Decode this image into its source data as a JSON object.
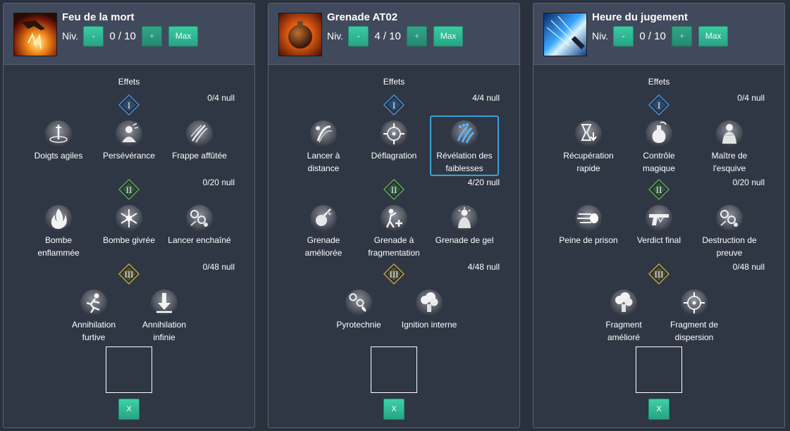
{
  "labels": {
    "level": "Niv.",
    "minus": "-",
    "plus": "+",
    "max": "Max",
    "effects": "Effets",
    "close": "X"
  },
  "colors": {
    "accent": "#2bb892",
    "selected_border": "#38a4dc",
    "tier1": "#4a86c8",
    "tier2": "#5aa048",
    "tier3": "#b89a3c"
  },
  "panels": [
    {
      "name": "Feu de la mort",
      "level": "0 / 10",
      "icon": "fire-hand-skill-icon",
      "tiers": [
        {
          "numeral": "I",
          "count": "0/4 null",
          "nodes": [
            {
              "label": "Doigts agiles",
              "icon": "dagger-swirl-icon"
            },
            {
              "label": "Persévérance",
              "icon": "persevering-figure-icon"
            },
            {
              "label": "Frappe affûtée",
              "icon": "claw-slash-icon"
            }
          ]
        },
        {
          "numeral": "II",
          "count": "0/20 null",
          "nodes": [
            {
              "label": "Bombe enflammée",
              "icon": "flame-bomb-icon"
            },
            {
              "label": "Bombe givrée",
              "icon": "snowflake-bomb-icon"
            },
            {
              "label": "Lancer enchaîné",
              "icon": "chain-throw-icon"
            }
          ]
        },
        {
          "numeral": "III",
          "count": "0/48 null",
          "nodes": [
            {
              "label": "Annihilation furtive",
              "icon": "sprinting-figure-icon"
            },
            {
              "label": "Annihilation infinie",
              "icon": "down-arrow-impact-icon"
            }
          ]
        }
      ]
    },
    {
      "name": "Grenade AT02",
      "level": "4 / 10",
      "icon": "grenade-skill-icon",
      "tiers": [
        {
          "numeral": "I",
          "count": "4/4 null",
          "nodes": [
            {
              "label": "Lancer à distance",
              "icon": "long-throw-icon"
            },
            {
              "label": "Déflagration",
              "icon": "blast-arrows-icon"
            },
            {
              "label": "Révélation des faiblesses",
              "icon": "weakness-claws-icon",
              "selected": true
            }
          ]
        },
        {
          "numeral": "II",
          "count": "4/20 null",
          "nodes": [
            {
              "label": "Grenade améliorée",
              "icon": "enhanced-grenade-icon"
            },
            {
              "label": "Grenade à fragmentation",
              "icon": "fragmentation-figure-icon"
            },
            {
              "label": "Grenade de gel",
              "icon": "frozen-figure-icon"
            }
          ]
        },
        {
          "numeral": "III",
          "count": "4/48 null",
          "nodes": [
            {
              "label": "Pyrotechnie",
              "icon": "pyro-chain-icon"
            },
            {
              "label": "Ignition interne",
              "icon": "explosion-cloud-icon"
            }
          ]
        }
      ]
    },
    {
      "name": "Heure du jugement",
      "level": "0 / 10",
      "icon": "judgement-beam-skill-icon",
      "tiers": [
        {
          "numeral": "I",
          "count": "0/4 null",
          "nodes": [
            {
              "label": "Récupération rapide",
              "icon": "hourglass-down-icon"
            },
            {
              "label": "Contrôle magique",
              "icon": "potion-flask-icon"
            },
            {
              "label": "Maître de l'esquive",
              "icon": "dodge-figure-icon"
            }
          ]
        },
        {
          "numeral": "II",
          "count": "0/20 null",
          "nodes": [
            {
              "label": "Peine de prison",
              "icon": "speed-bullet-icon"
            },
            {
              "label": "Verdict final",
              "icon": "pistol-icon"
            },
            {
              "label": "Destruction de preuve",
              "icon": "chain-throw-icon"
            }
          ]
        },
        {
          "numeral": "III",
          "count": "0/48 null",
          "nodes": [
            {
              "label": "Fragment amélioré",
              "icon": "explosion-cloud-icon"
            },
            {
              "label": "Fragment de dispersion",
              "icon": "blast-arrows-icon"
            }
          ]
        }
      ]
    }
  ]
}
